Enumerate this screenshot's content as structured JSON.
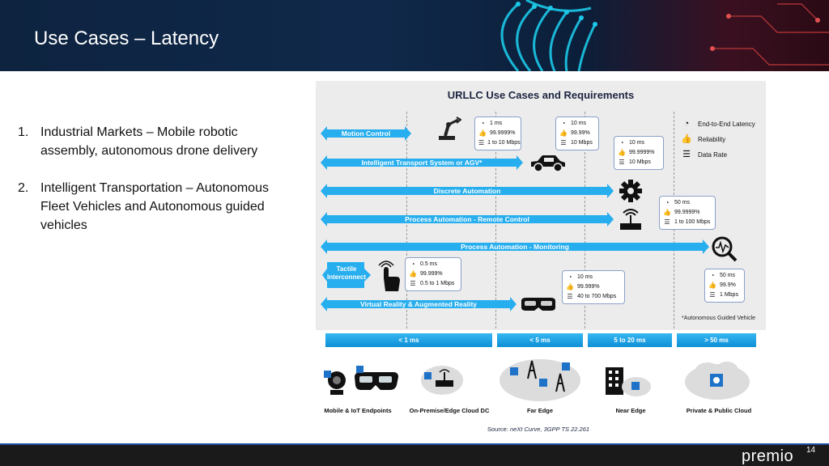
{
  "slide": {
    "title": "Use Cases – Latency",
    "page_number": "14",
    "logo": "premio"
  },
  "bullets": [
    {
      "num": "1.",
      "text": "Industrial Markets –   Mobile robotic assembly, autonomous drone delivery"
    },
    {
      "num": "2.",
      "text": "Intelligent Transportation – Autonomous  Fleet Vehicles and Autonomous guided vehicles"
    }
  ],
  "diagram": {
    "title": "URLLC Use Cases and Requirements",
    "arrows": [
      {
        "label": "Motion Control"
      },
      {
        "label": "Intelligent Transport System or AGV*"
      },
      {
        "label": "Discrete Automation"
      },
      {
        "label": "Process Automation - Remote Control"
      },
      {
        "label": "Process Automation - Monitoring"
      },
      {
        "label": "Tactile Interconnect"
      },
      {
        "label": "Virtual Reality & Augmented Reality"
      }
    ],
    "specs": [
      {
        "latency": "1 ms",
        "reliability": "99.9999%",
        "rate": "1 to 10 Mbps"
      },
      {
        "latency": "10 ms",
        "reliability": "99.99%",
        "rate": "10 Mbps"
      },
      {
        "latency": "10 ms",
        "reliability": "99.9999%",
        "rate": "10 Mbps"
      },
      {
        "latency": "50 ms",
        "reliability": "99.9999%",
        "rate": "1 to 100 Mbps"
      },
      {
        "latency": "0.5 ms",
        "reliability": "99.999%",
        "rate": "0.5 to 1 Mbps"
      },
      {
        "latency": "10 ms",
        "reliability": "99.999%",
        "rate": "40 to 700 Mbps"
      },
      {
        "latency": "50 ms",
        "reliability": "99.9%",
        "rate": "1 Mbps"
      }
    ],
    "legend": {
      "latency": "End-to-End Latency",
      "reliability": "Reliability",
      "rate": "Data Rate"
    },
    "note": "*Autonomous Guided Vehicle"
  },
  "bands": [
    "< 1 ms",
    "< 5 ms",
    "5 to 20 ms",
    "> 50 ms"
  ],
  "tiers": [
    "Mobile & IoT Endpoints",
    "On-Premise/Edge Cloud DC",
    "Far Edge",
    "Near Edge",
    "Private & Public Cloud"
  ],
  "source": {
    "prefix": "Source: ",
    "italic": "neXt Curve, 3GPP TS 22.261"
  },
  "colors": {
    "accent": "#1ea7ec",
    "header_bg": "#0d2340",
    "footer_bg": "#1a1a1a"
  }
}
